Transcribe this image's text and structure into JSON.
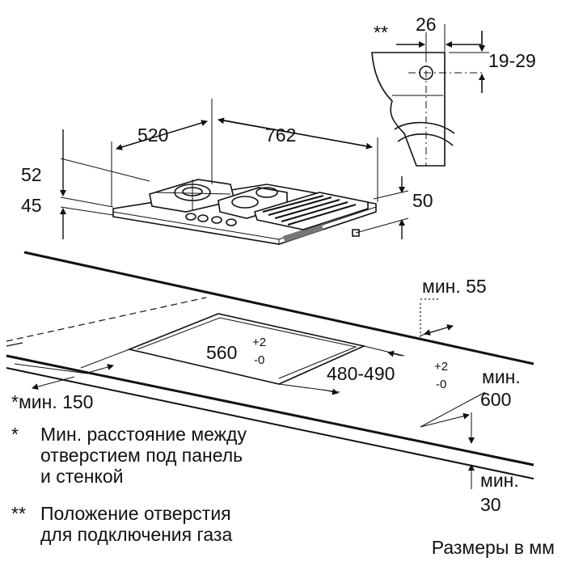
{
  "dimensions": {
    "gas_mark": "**",
    "pipe_offset": "26",
    "pipe_height": "19-29",
    "depth": "520",
    "width": "762",
    "height_overall": "52",
    "height_body": "45",
    "side_depth": "50",
    "min_back": "мин. 55",
    "cutout_width": "560",
    "cutout_width_tol_plus": "+2",
    "cutout_width_tol_minus": "-0",
    "cutout_depth": "480-490",
    "cutout_depth_tol_plus": "+2",
    "cutout_depth_tol_minus": "-0",
    "min_front_word": "мин.",
    "min_front_value": "600",
    "min_thickness_word": "мин.",
    "min_thickness_value": "30"
  },
  "notes": {
    "side_min": "*мин. 150",
    "note1_mark": "*",
    "note1_line1": "Мин. расстояние между",
    "note1_line2": "отверстием под панель",
    "note1_line3": "и стенкой",
    "note2_mark": "**",
    "note2_line1": "Положение отверстия",
    "note2_line2": "для подключения газа"
  },
  "units_label": "Размеры в мм"
}
